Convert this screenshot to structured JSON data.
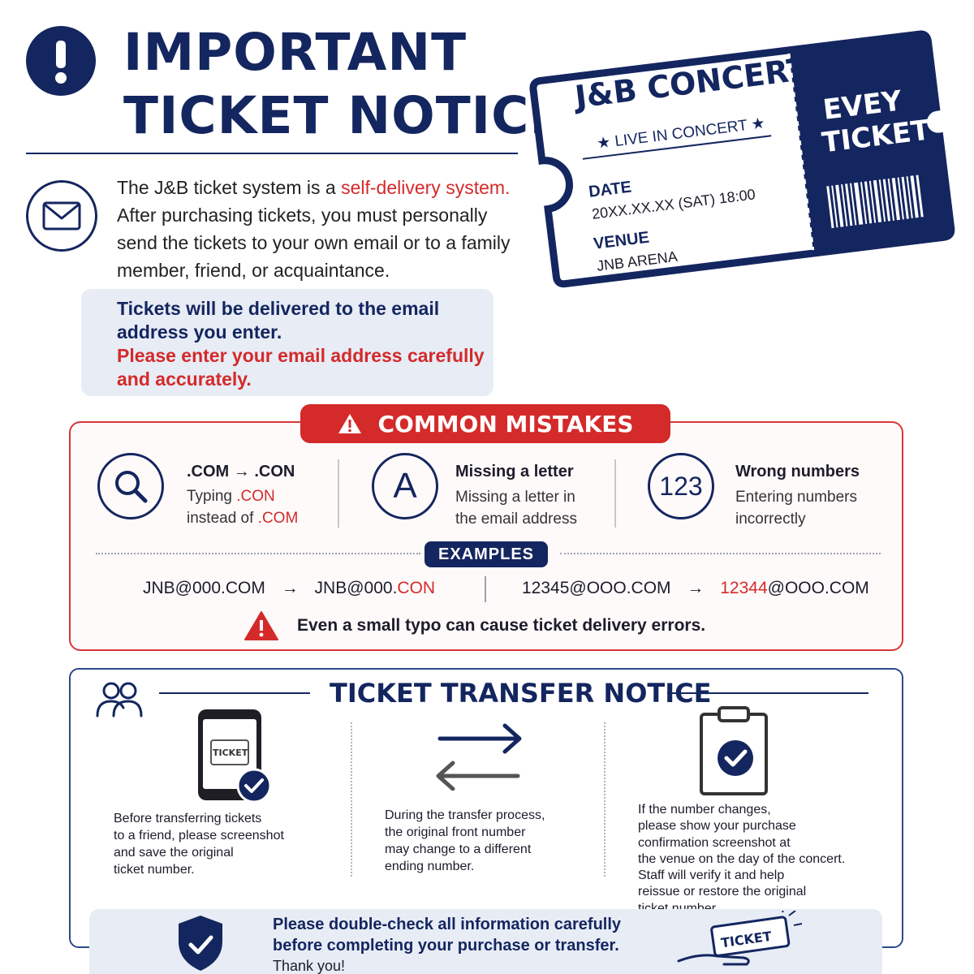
{
  "header": {
    "title_line1": "IMPORTANT",
    "title_line2": "TICKET NOTICE"
  },
  "intro": {
    "text_before": "The J&B ticket system is a ",
    "highlight": "self-delivery system.",
    "text_after": " After purchasing tickets, you must personally send the tickets to your own email or to a family member, friend, or acquaintance."
  },
  "delivery_notice": {
    "line_navy": "Tickets will be delivered to the email address you enter.",
    "line_red": "Please enter your email address carefully and accurately."
  },
  "ticket": {
    "title": "J&B CONCERT",
    "subtitle": "LIVE IN CONCERT",
    "date_label": "DATE",
    "date_value": "20XX.XX.XX (SAT) 18:00",
    "venue_label": "VENUE",
    "venue_value": "JNB ARENA",
    "stub_line1": "EVEY",
    "stub_line2": "TICKET"
  },
  "common_mistakes": {
    "banner": "COMMON MISTAKES",
    "items": [
      {
        "icon": "search-icon",
        "title": ".COM → .CON",
        "desc_before": "Typing ",
        "desc_hl1": ".CON",
        "desc_mid": "instead of ",
        "desc_hl2": ".COM"
      },
      {
        "icon": "letter-a-icon",
        "icon_text": "A",
        "title": "Missing a letter",
        "desc_line1": "Missing a letter in",
        "desc_line2": "the email address"
      },
      {
        "icon": "numbers-icon",
        "icon_text": "123",
        "title": "Wrong numbers",
        "desc_line1": "Entering numbers",
        "desc_line2": "incorrectly"
      }
    ],
    "examples_label": "EXAMPLES",
    "example1_from": "JNB@000.COM",
    "example1_arrow": "→",
    "example1_to_base": "JNB@000.",
    "example1_to_hl": "CON",
    "example2_from": "12345@OOO.COM",
    "example2_arrow": "→",
    "example2_to_hl": "12344",
    "example2_to_base": "@OOO.COM",
    "warning": "Even a small typo can cause ticket delivery errors."
  },
  "transfer": {
    "title": "TICKET TRANSFER NOTICE",
    "phone_ticket_label": "TICKET",
    "step1": [
      "Before transferring tickets",
      "to a friend, please screenshot",
      "and save the original",
      "ticket number."
    ],
    "step2": [
      "During the transfer process,",
      "the original front number",
      "may change to a different",
      "ending number."
    ],
    "step3": [
      "If the number changes,",
      "please show your purchase",
      "confirmation screenshot at",
      "the venue on the day of the concert.",
      "Staff will verify it and help",
      "reissue or restore the original",
      "ticket number."
    ]
  },
  "footer": {
    "line1": "Please double-check all information carefully",
    "line2": "before completing your purchase or transfer.",
    "thanks": "Thank you!",
    "hand_ticket_label": "TICKET"
  },
  "colors": {
    "navy": "#14265f",
    "red": "#d42a2a",
    "light_blue_bg": "#e7ecf5"
  }
}
